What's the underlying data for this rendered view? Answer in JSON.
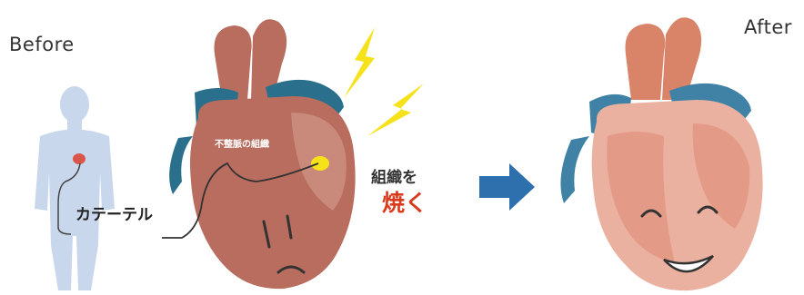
{
  "labels": {
    "before": "Before",
    "after": "After",
    "catheter": "カテーテル",
    "tissue": "不整脈の組織",
    "burn_line1": "組織を",
    "burn_line2": "焼く"
  },
  "colors": {
    "heart_dark": "#b86d5e",
    "heart_light": "#eab0a0",
    "vessel_blue": "#2a6f8c",
    "lightning": "#f5e21a",
    "arrow": "#2e6fad",
    "burn_text": "#d93b1e",
    "body_silhouette": "#c9d7ec"
  },
  "icons": [
    "human-body-icon",
    "sad-heart-icon",
    "lightning-icon",
    "arrow-right-icon",
    "happy-heart-icon"
  ]
}
